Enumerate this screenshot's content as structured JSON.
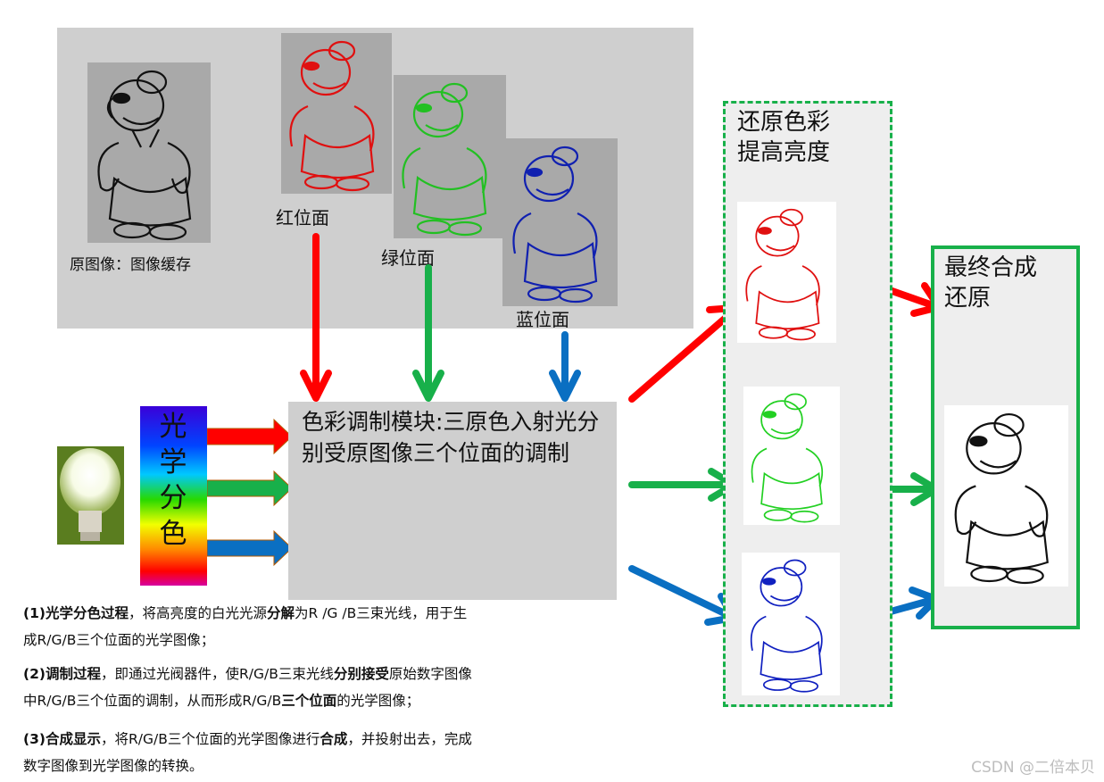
{
  "source_panel": {
    "original_label": "原图像：图像缓存",
    "red_label": "红位面",
    "green_label": "绿位面",
    "blue_label": "蓝位面"
  },
  "prism": {
    "label_chars": [
      "光",
      "学",
      "分",
      "色"
    ]
  },
  "module": {
    "text": "色彩调制模块:三原色入射光分别受原图像三个位面的调制"
  },
  "restore_box": {
    "title_line1": "还原色彩",
    "title_line2": "提高亮度"
  },
  "final_box": {
    "title_line1": "最终合成",
    "title_line2": "还原"
  },
  "description": {
    "p1": {
      "num": "(1)",
      "title": "光学分色过程",
      "a": "，将高亮度的白光光源",
      "b_bold": "分解",
      "c": "为R /G /B三束光线，用于生",
      "line2": "成R/G/B三个位面的光学图像；"
    },
    "p2": {
      "num": "(2)",
      "title": "调制过程",
      "a": "，即通过光阀器件，使R/G/B三束光线",
      "b_bold": "分别接受",
      "c": "原始数字图像",
      "line2a": "中R/G/B三个位面的调制，从而形成R/G/B",
      "line2_bold": "三个位面",
      "line2b": "的光学图像；"
    },
    "p3": {
      "num": "(3)",
      "title": "合成显示",
      "a": "，将R/G/B三个位面的光学图像进行",
      "b_bold": "合成",
      "c": "，并投射出去，完成",
      "line2": "数字图像到光学图像的转换。"
    }
  },
  "watermark": "CSDN @二倍本贝",
  "colors": {
    "red": "#ff0000",
    "green": "#18b04a",
    "blue": "#0a6fc2",
    "panel": "#cfcfcf"
  }
}
